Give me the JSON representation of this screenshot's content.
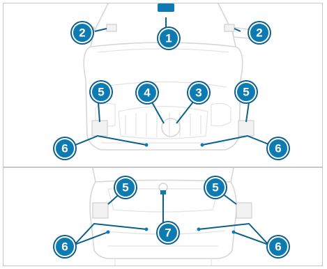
{
  "diagram": {
    "front_view": {
      "callouts": [
        {
          "id": "cam-mirror-left",
          "label": "2"
        },
        {
          "id": "cam-windshield",
          "label": "1"
        },
        {
          "id": "cam-mirror-right",
          "label": "2"
        },
        {
          "id": "grille-radar",
          "label": "4"
        },
        {
          "id": "grille-camera",
          "label": "3"
        },
        {
          "id": "front-left-sensor-5",
          "label": "5"
        },
        {
          "id": "front-right-sensor-5",
          "label": "5"
        },
        {
          "id": "front-left-sensor-6",
          "label": "6"
        },
        {
          "id": "front-right-sensor-6",
          "label": "6"
        }
      ]
    },
    "rear_view": {
      "callouts": [
        {
          "id": "rear-left-sensor-5",
          "label": "5"
        },
        {
          "id": "rear-right-sensor-5",
          "label": "5"
        },
        {
          "id": "rear-camera",
          "label": "7"
        },
        {
          "id": "rear-left-sensor-6",
          "label": "6"
        },
        {
          "id": "rear-right-sensor-6",
          "label": "6"
        }
      ]
    },
    "colors": {
      "callout_fill": "#0d7ab1",
      "callout_ring": "#0b5f8a",
      "car_outline": "#d6d6d6",
      "panel_border": "#c8c8c8"
    }
  }
}
